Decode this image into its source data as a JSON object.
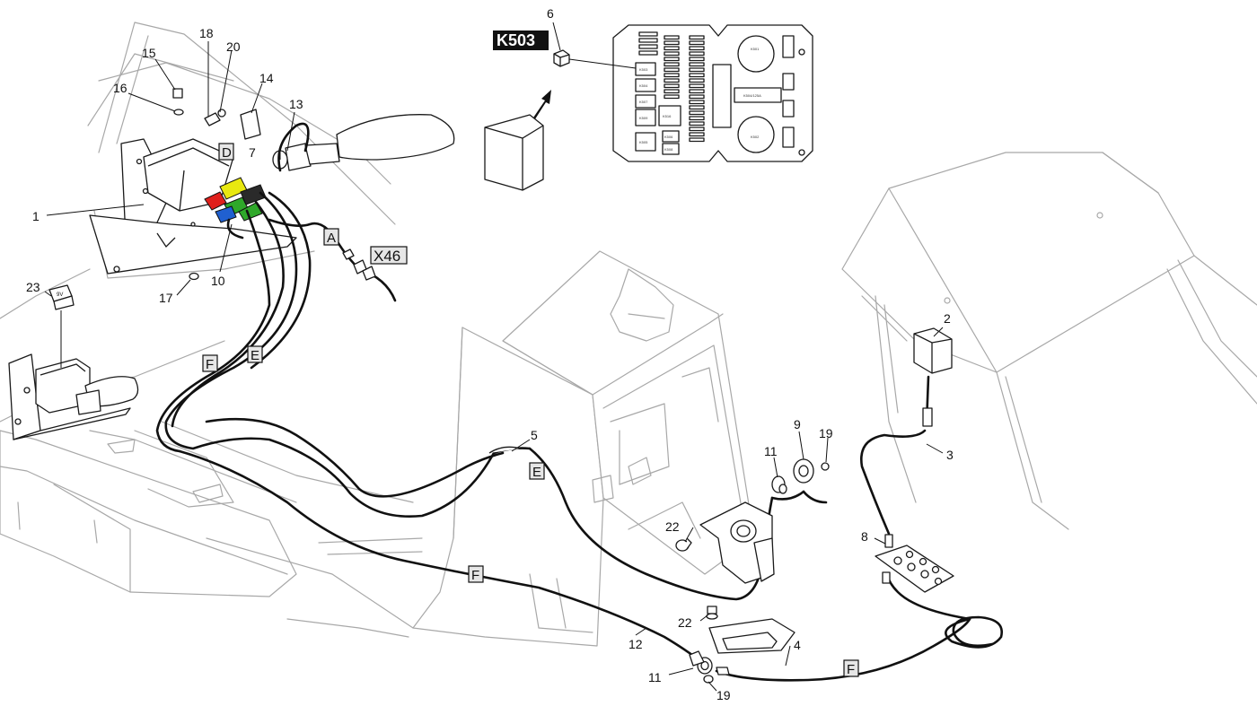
{
  "callouts": {
    "n1": "1",
    "n2": "2",
    "n3": "3",
    "n4": "4",
    "n5": "5",
    "n6": "6",
    "n7": "7",
    "n8": "8",
    "n9": "9",
    "n10": "10",
    "n11a": "11",
    "n11b": "11",
    "n12": "12",
    "n13": "13",
    "n14": "14",
    "n15": "15",
    "n16": "16",
    "n17": "17",
    "n18": "18",
    "n19a": "19",
    "n19b": "19",
    "n20": "20",
    "n22a": "22",
    "n22b": "22",
    "n23": "23"
  },
  "wire_tags": {
    "A": "A",
    "D": "D",
    "E1": "E",
    "E2": "E",
    "F1": "F",
    "F2": "F",
    "F3": "F"
  },
  "connector_labels": {
    "k503": "K503",
    "x46": "X46"
  },
  "relay_label": "9V",
  "fuse_box_labels": {
    "k501": "K501",
    "k502": "K502",
    "k503": "K503",
    "k504": "K504",
    "k507": "K507",
    "k509": "K509",
    "k516": "K516",
    "k505": "K505",
    "k506": "K506",
    "k508": "K508",
    "k504_125a": "K504/125A"
  },
  "colors": {
    "wire_red": "#e0201c",
    "wire_yellow": "#e8e810",
    "wire_green": "#2fa82a",
    "wire_blue": "#2060d0",
    "wire_dark": "#2a2a2a",
    "k503_badge": "#111111"
  }
}
